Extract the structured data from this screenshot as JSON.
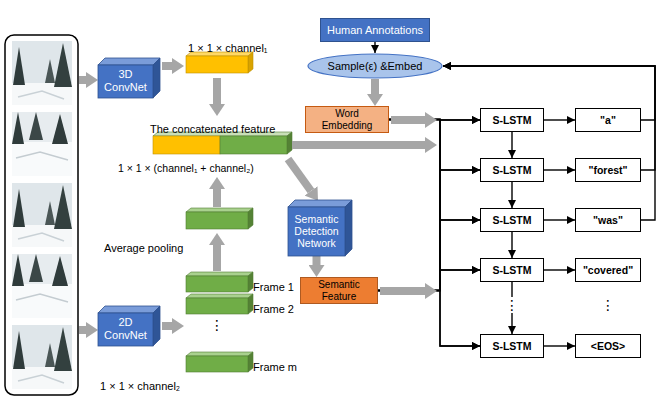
{
  "diagram": {
    "nodes": [
      {
        "text": [
          "3D ConvNet"
        ]
      },
      {
        "text": [
          "Human Annotations"
        ]
      },
      {
        "text": [
          "Sample(ε) &Embed"
        ]
      },
      {
        "text": [
          "Word Embedding"
        ]
      },
      {
        "text": [
          "Semantic Detection Network"
        ]
      },
      {
        "text": [
          "Semantic Feature"
        ]
      },
      {
        "text": [
          "2D ConvNet"
        ]
      },
      {
        "text": [
          "S-LSTM"
        ]
      },
      {
        "text": [
          "S-LSTM"
        ]
      },
      {
        "text": [
          "S-LSTM"
        ]
      },
      {
        "text": [
          "S-LSTM"
        ]
      },
      {
        "text": [
          "S-LSTM"
        ]
      },
      {
        "text": [
          "\"a\""
        ]
      },
      {
        "text": [
          "\"forest\""
        ]
      },
      {
        "text": [
          "\"was\""
        ]
      },
      {
        "text": [
          "\"covered\""
        ]
      },
      {
        "text": [
          "<EOS>"
        ]
      }
    ],
    "edges": [
      {
        "from": 1,
        "to": 2,
        "arrow": "to"
      },
      {
        "from": 2,
        "to": 3,
        "arrow": "to"
      },
      {
        "from": 3,
        "to": 7,
        "arrow": "to"
      },
      {
        "from": 3,
        "to": 8,
        "arrow": "to"
      },
      {
        "from": 3,
        "to": 9,
        "arrow": "to"
      },
      {
        "from": 3,
        "to": 10,
        "arrow": "to"
      },
      {
        "from": 3,
        "to": 11,
        "arrow": "to"
      },
      {
        "from": 4,
        "to": 5,
        "arrow": "to"
      },
      {
        "from": 5,
        "to": 7,
        "arrow": "to"
      },
      {
        "from": 5,
        "to": 8,
        "arrow": "to"
      },
      {
        "from": 5,
        "to": 9,
        "arrow": "to"
      },
      {
        "from": 5,
        "to": 10,
        "arrow": "to"
      },
      {
        "from": 5,
        "to": 11,
        "arrow": "to"
      },
      {
        "from": 7,
        "to": 8,
        "arrow": "to"
      },
      {
        "from": 8,
        "to": 9,
        "arrow": "to"
      },
      {
        "from": 9,
        "to": 10,
        "arrow": "to"
      },
      {
        "from": 10,
        "to": 11,
        "arrow": "to"
      },
      {
        "from": 7,
        "to": 12,
        "arrow": "to"
      },
      {
        "from": 8,
        "to": 13,
        "arrow": "to"
      },
      {
        "from": 9,
        "to": 14,
        "arrow": "to"
      },
      {
        "from": 10,
        "to": 15,
        "arrow": "to"
      },
      {
        "from": 11,
        "to": 16,
        "arrow": "to"
      },
      {
        "from": 12,
        "to": 2,
        "arrow": "to"
      },
      {
        "from": 13,
        "to": 2,
        "arrow": "to"
      },
      {
        "from": 14,
        "to": 2,
        "arrow": "to"
      }
    ],
    "labels": [
      "1 × 1 × channel₁",
      "The concatenated feature",
      "1 × 1 × (channel₁ + channel₂)",
      "Average pooling",
      "Frame 1",
      "Frame 2",
      "⋮",
      "Frame m",
      "1 × 1 × channel₂",
      "⋮",
      "⋮"
    ]
  }
}
